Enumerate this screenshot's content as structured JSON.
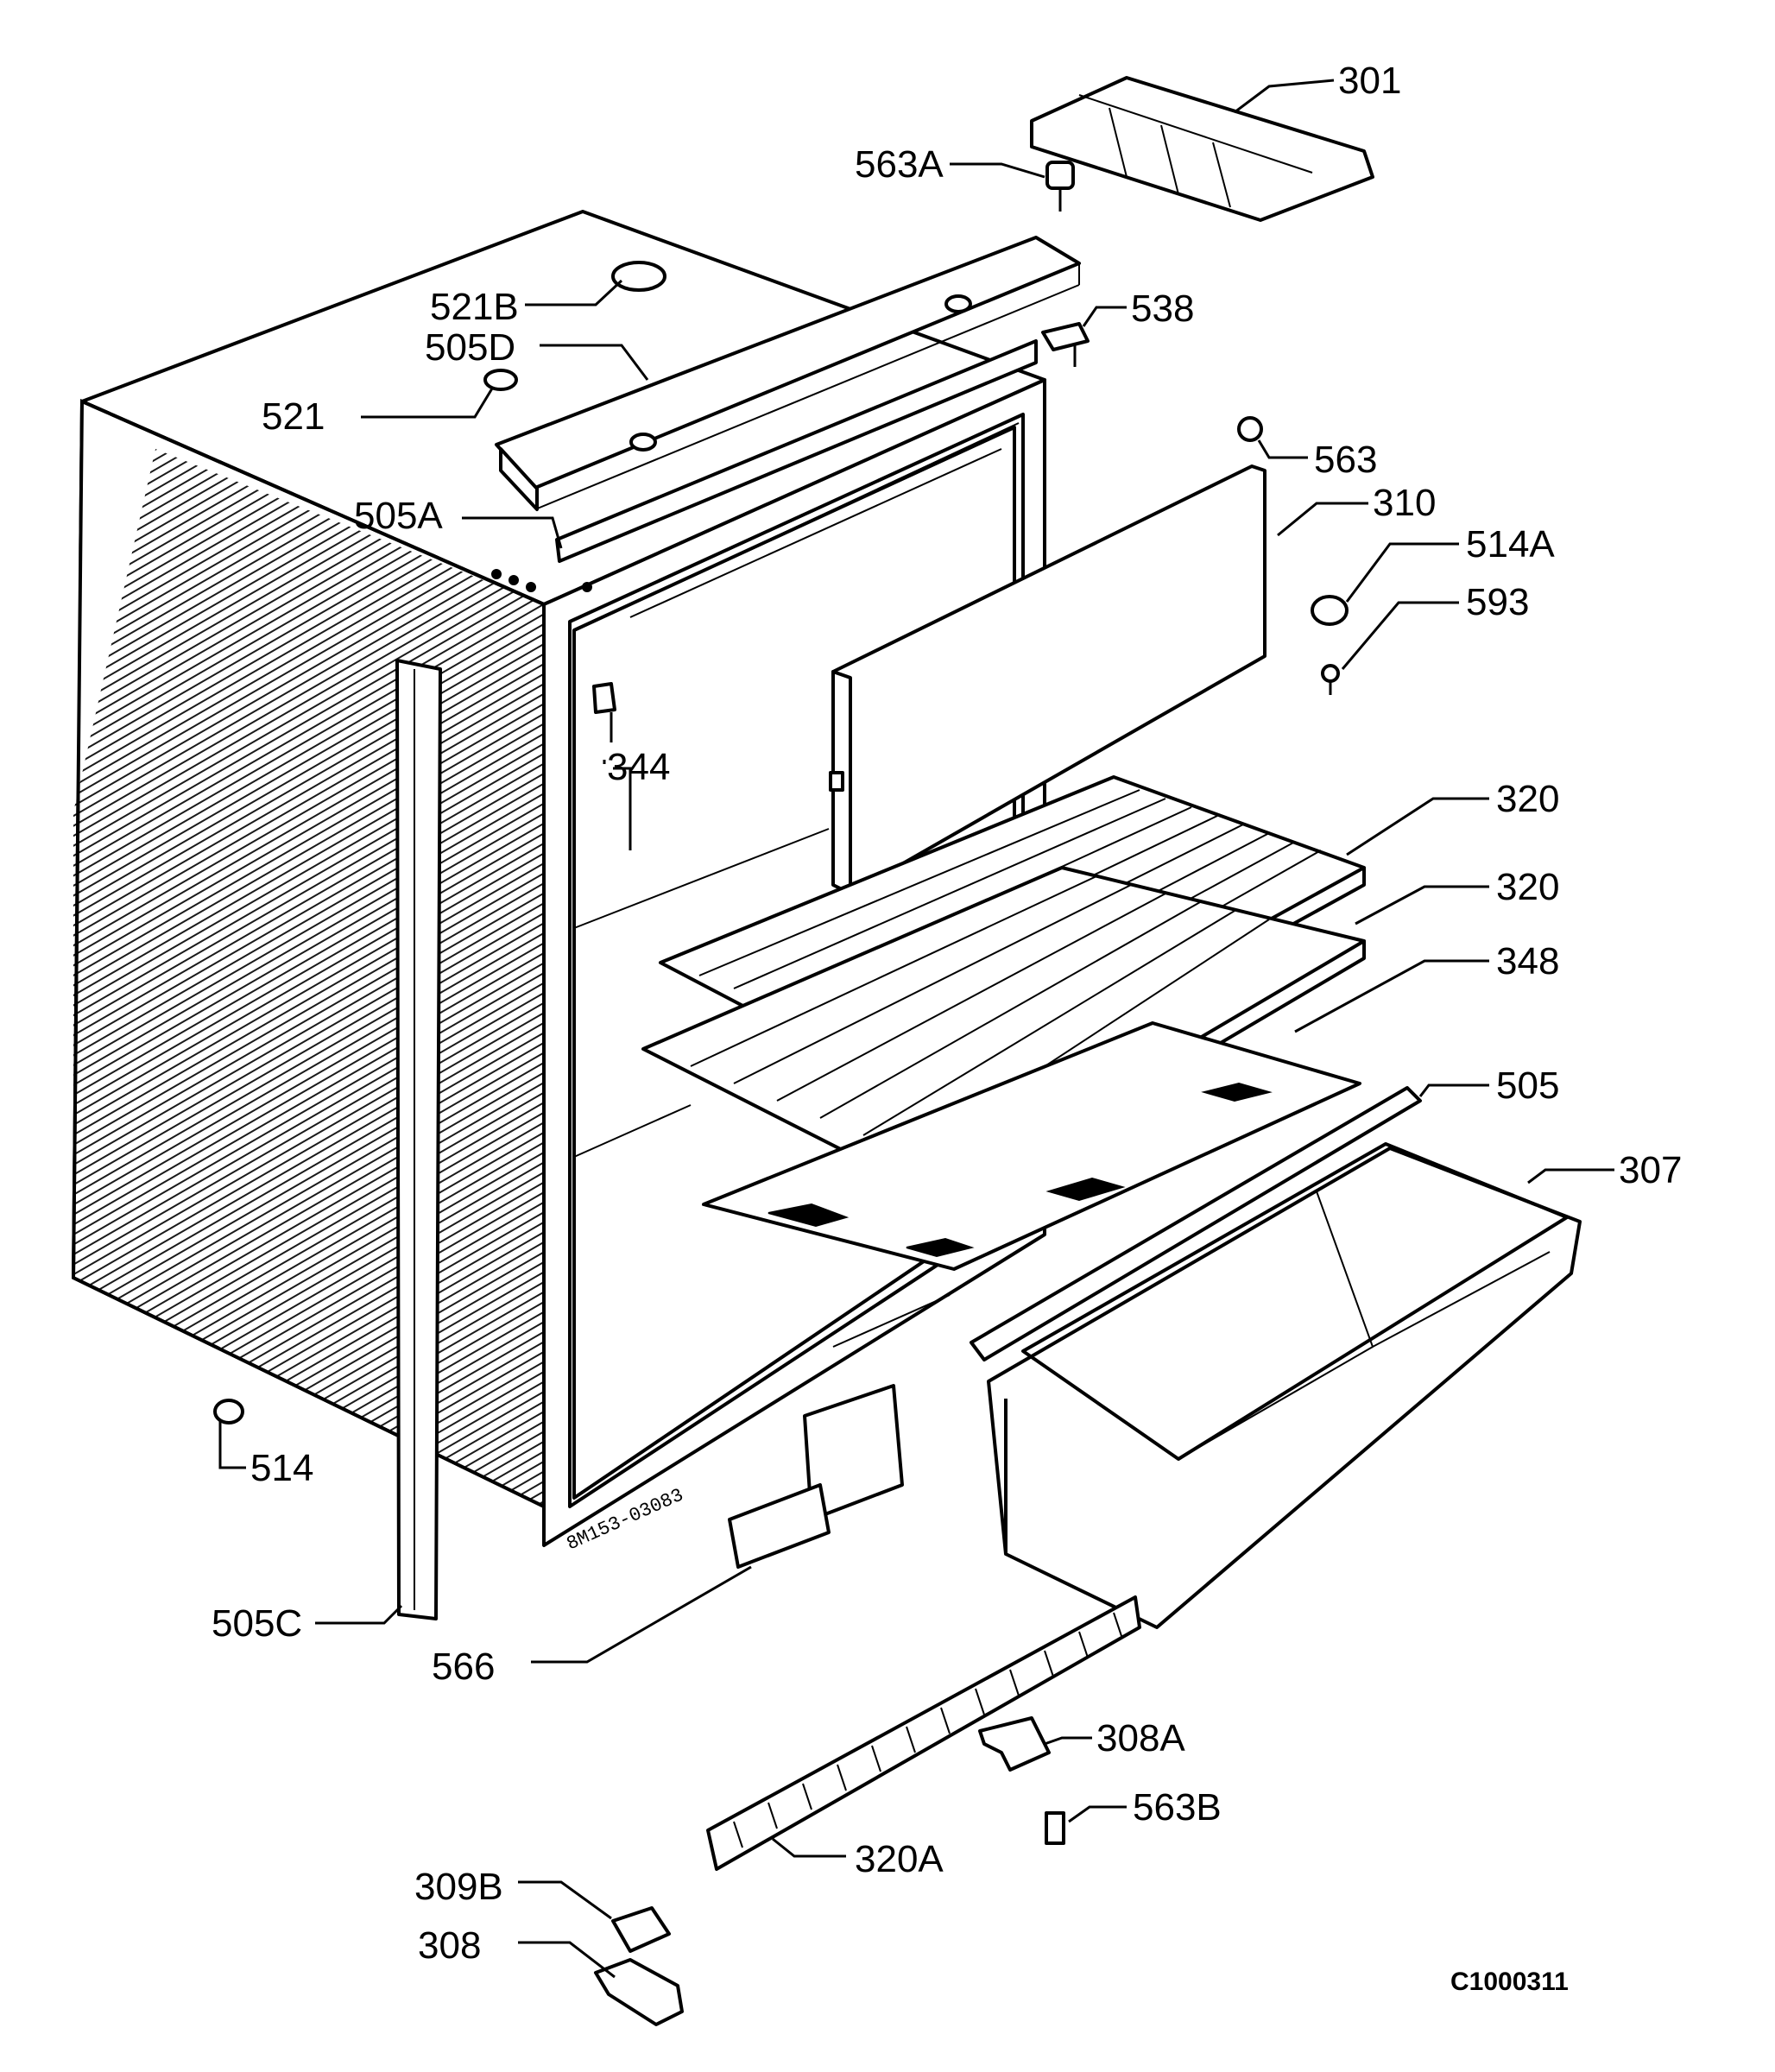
{
  "diagram": {
    "drawing_code": "C1000311",
    "cabinet_stamp": "8M153-03083",
    "labels": {
      "p301": "301",
      "p563A": "563A",
      "p538": "538",
      "p521B": "521B",
      "p505D": "505D",
      "p521": "521",
      "p563": "563",
      "p310": "310",
      "p505A": "505A",
      "p514A": "514A",
      "p593": "593",
      "p344": "344",
      "p320_top": "320",
      "p320_bottom": "320",
      "p348": "348",
      "p505": "505",
      "p307": "307",
      "p514": "514",
      "p505C": "505C",
      "p566": "566",
      "p308A": "308A",
      "p563B": "563B",
      "p320A": "320A",
      "p309B": "309B",
      "p308": "308"
    }
  }
}
